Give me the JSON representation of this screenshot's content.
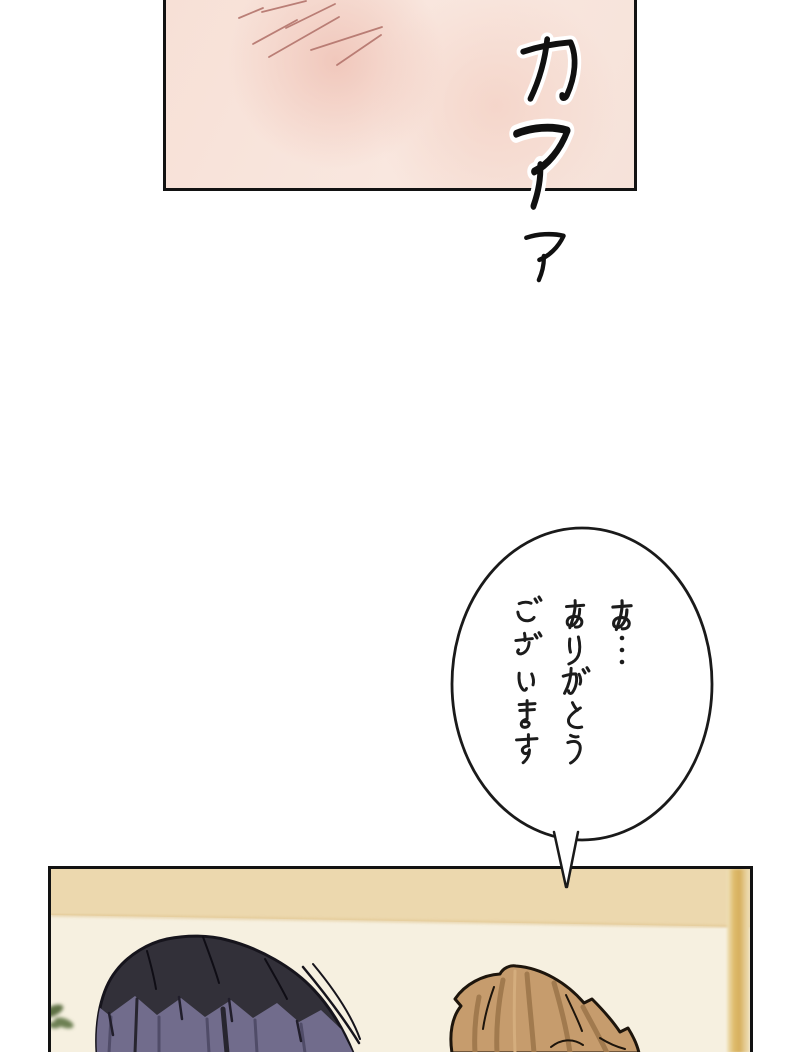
{
  "sfx": {
    "text": "カアア"
  },
  "speech_bubble": {
    "lines": [
      "あ…",
      "ありがとう",
      "ございます"
    ]
  },
  "colors": {
    "panel_border": "#121212",
    "blush_skin_pink": "#f8e2d8",
    "blush_line": "#b2726a",
    "bubble_fill": "#ffffff",
    "bubble_stroke": "#1a1a1a",
    "wall_tan": "#ecd8ae",
    "wall_cream": "#f6f0e0",
    "door_frame_gold": "#d6af5e",
    "hair_left_dark": "#323039",
    "hair_left_purple": "#716c8c",
    "hair_right_brown": "#c69c6d",
    "hair_right_shadow": "#a17a4e",
    "plant_green": "#5e7145"
  }
}
